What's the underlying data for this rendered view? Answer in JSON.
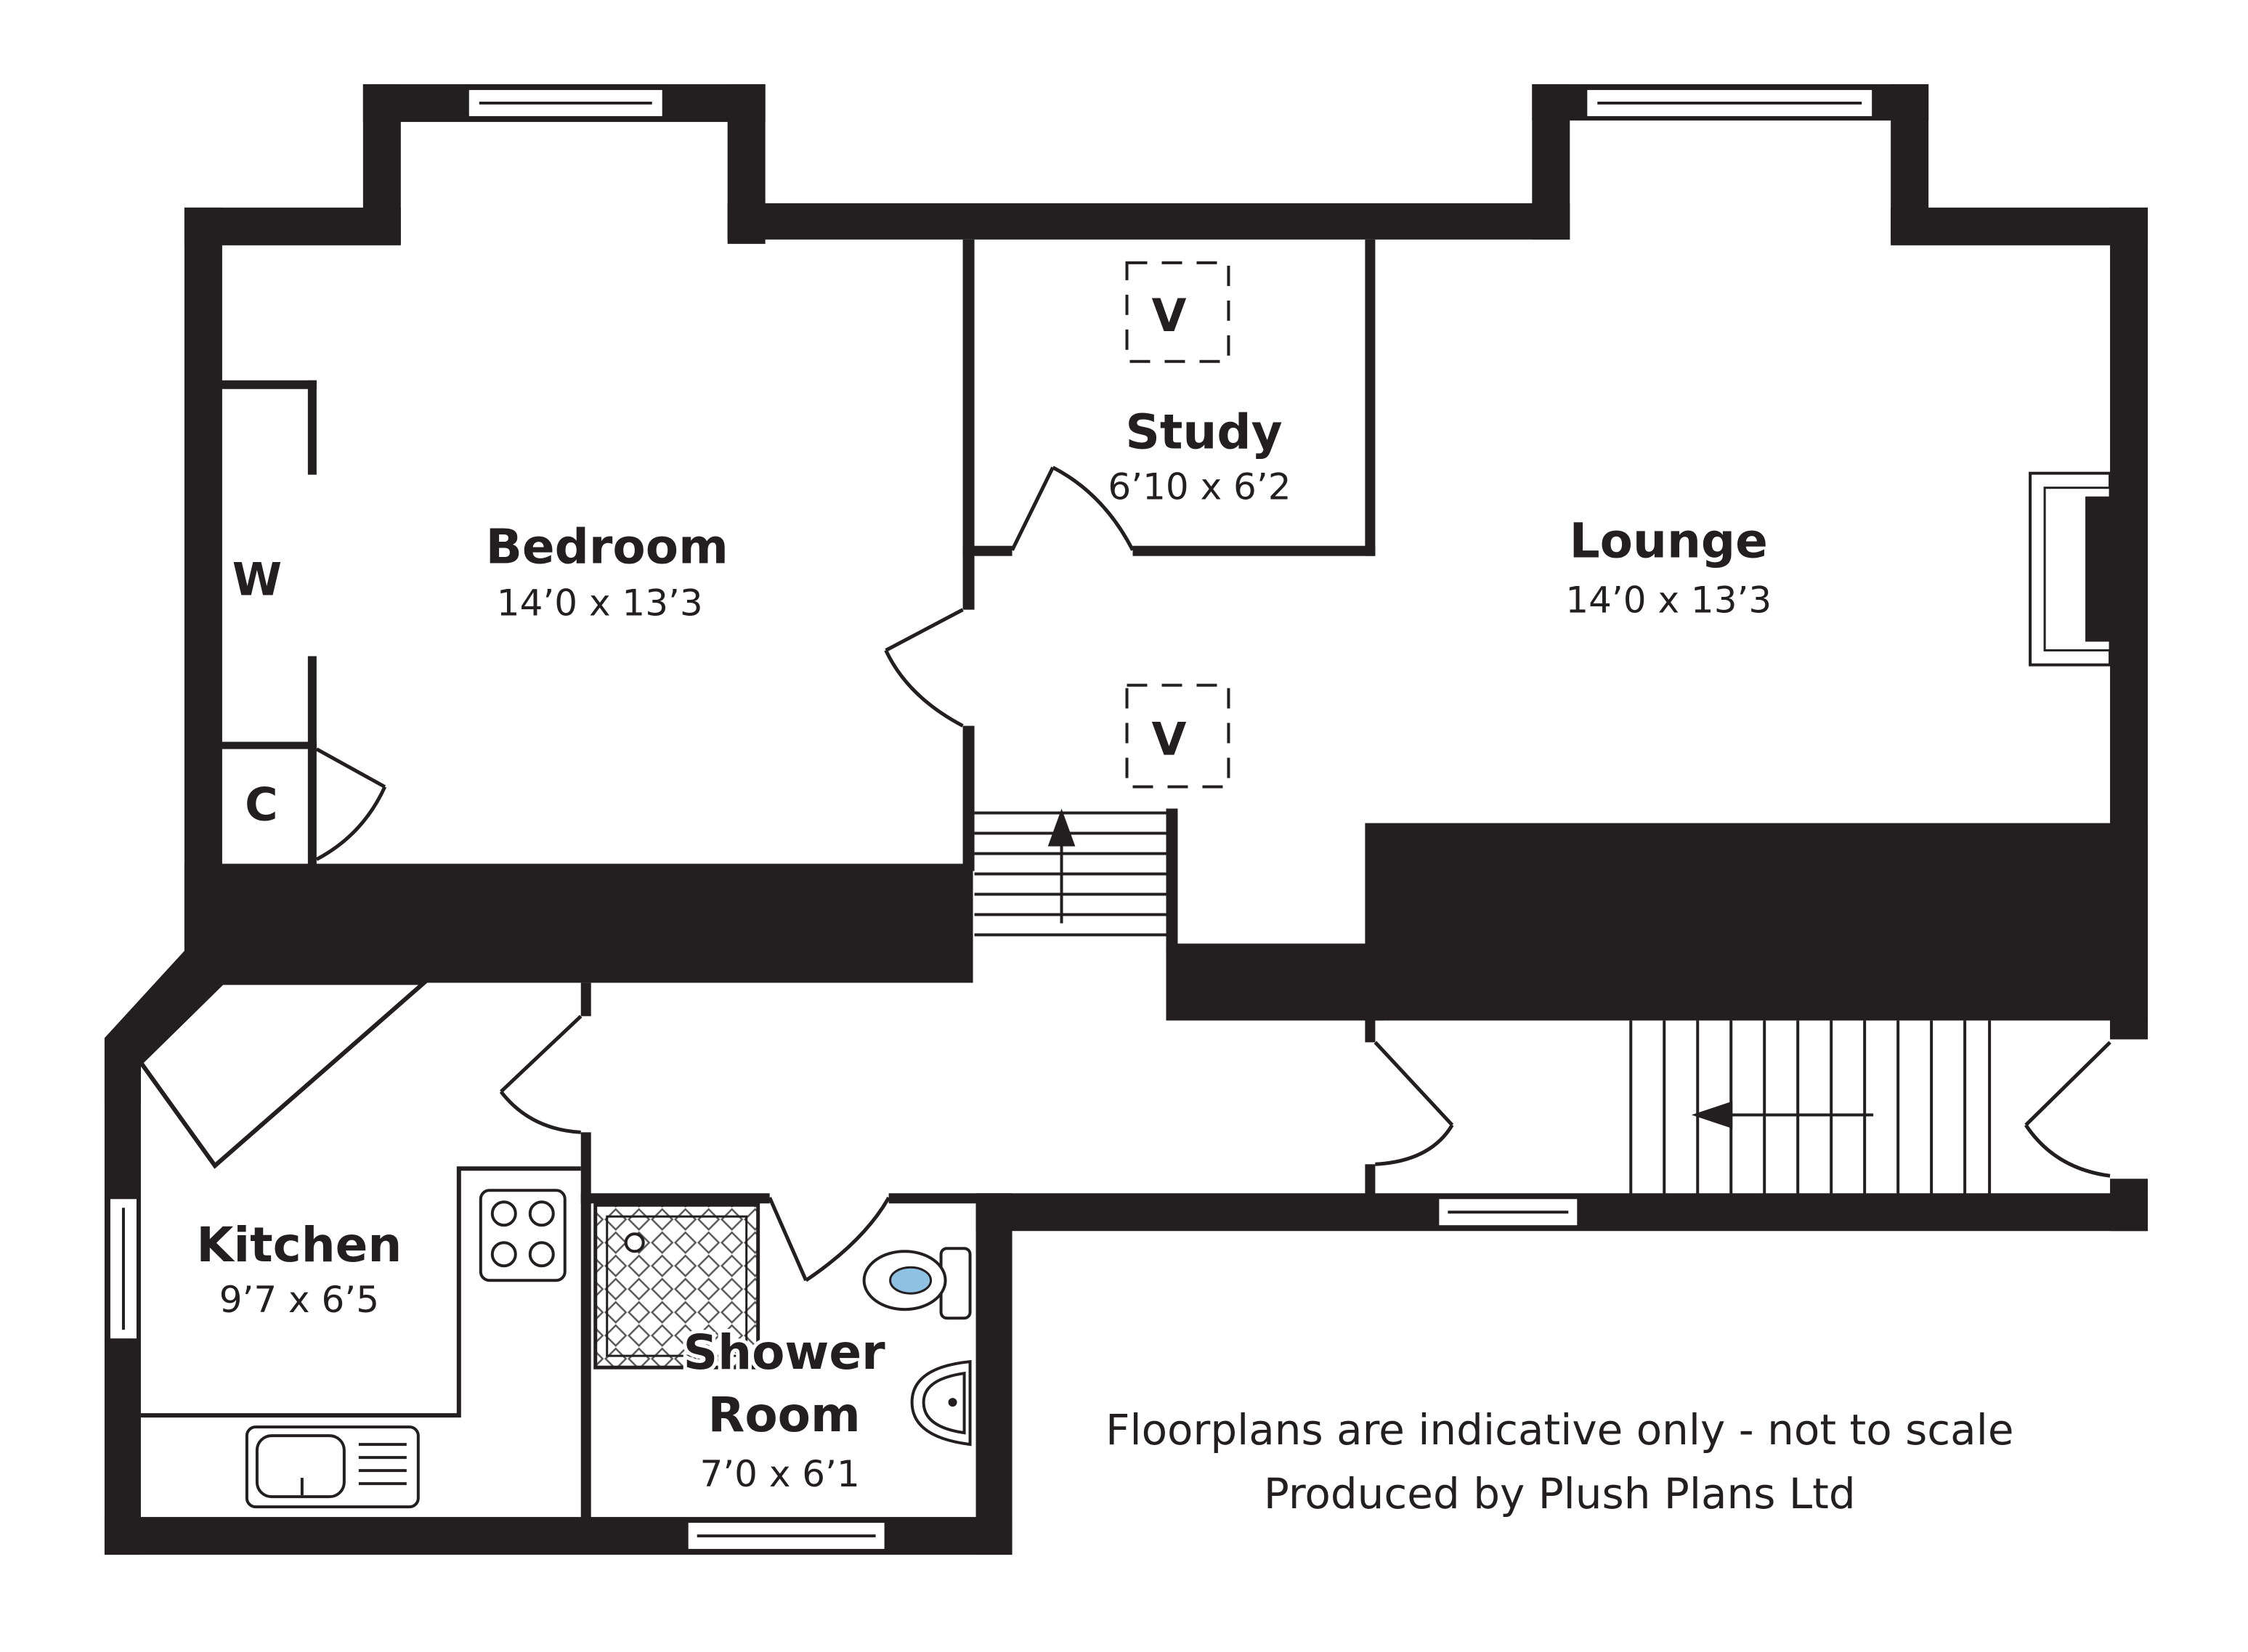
{
  "colors": {
    "wall": "#231f20",
    "background": "#ffffff",
    "fixture_line": "#555555",
    "basin_accent": "#8fc1e3"
  },
  "rooms": {
    "bedroom": {
      "name": "Bedroom",
      "dims": "14’0 x 13’3"
    },
    "study": {
      "name": "Study",
      "dims": "6’10 x 6’2"
    },
    "lounge": {
      "name": "Lounge",
      "dims": "14’0 x 13’3"
    },
    "kitchen": {
      "name": "Kitchen",
      "dims": "9’7 x 6’5"
    },
    "shower_room": {
      "name_line1": "Shower",
      "name_line2": "Room",
      "dims": "7’0 x 6’1"
    }
  },
  "markers": {
    "wardrobe": "W",
    "cupboard": "C",
    "void_study": "V",
    "void_landing": "V"
  },
  "footnote": {
    "disclaimer": "Floorplans are indicative only - not to scale",
    "credit": "Produced by Plush Plans Ltd"
  },
  "icons": [
    "window-icon",
    "door-swing-icon",
    "stair-arrow-icon",
    "fireplace-icon",
    "hob-icon",
    "sink-icon",
    "toilet-icon",
    "basin-icon",
    "shower-tray-icon"
  ]
}
